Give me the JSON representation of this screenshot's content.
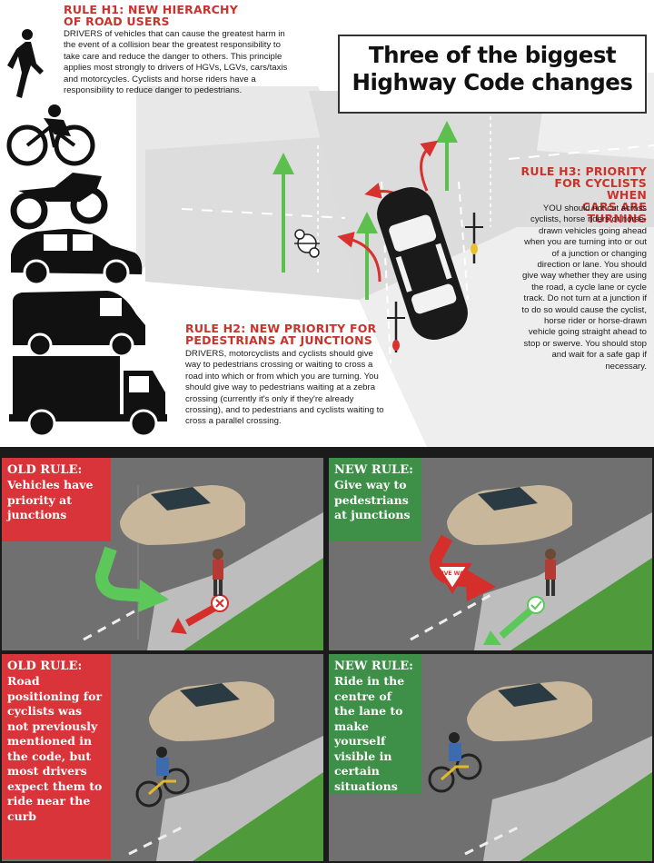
{
  "title": "Three of the biggest Highway Code changes",
  "rule_h1": {
    "heading_line1": "RULE H1: NEW HIERARCHY",
    "heading_line2": "OF ROAD USERS",
    "body": "DRIVERS of vehicles that can cause the greatest harm in the event of a collision bear the greatest responsibility to take care and reduce the danger to others. This principle applies most strongly to drivers of HGVs, LGVs, cars/taxis and motorcycles. Cyclists and horse riders have a responsibility to reduce danger to pedestrians."
  },
  "rule_h2": {
    "heading_line1": "RULE H2: NEW PRIORITY FOR",
    "heading_line2": "PEDESTRIANS AT JUNCTIONS",
    "body": "DRIVERS, motorcyclists and cyclists should give way to pedestrians crossing or waiting to cross a road into which or from which you are turning. You should give way to pedestrians waiting at a zebra crossing (currently it's only if they're already crossing), and to pedestrians and cyclists waiting to cross a parallel crossing."
  },
  "rule_h3": {
    "heading_line1": "RULE H3: PRIORITY",
    "heading_line2": "FOR CYCLISTS WHEN",
    "heading_line3": "CARS ARE TURNING",
    "body": "YOU should not cut across cyclists, horse riders or horse-drawn vehicles going ahead when you are turning into or out of a junction or changing direction or lane. You should give way whether they are using the road, a cycle lane or cycle track. Do not turn at a junction if to do so would cause the cyclist, horse rider or horse-drawn vehicle going straight ahead to stop or swerve. You should stop and wait for a safe gap if necessary."
  },
  "hierarchy_icons": [
    "pedestrian-icon",
    "bicycle-icon",
    "motorcycle-icon",
    "car-icon",
    "van-icon",
    "lorry-icon"
  ],
  "panels": [
    {
      "title": "OLD RULE:",
      "body": "Vehicles have priority at junctions",
      "color": "#d9343a"
    },
    {
      "title": "NEW RULE:",
      "body": "Give way to pedestrians at junctions",
      "color": "#3e8f47",
      "sign": "GIVE WAY"
    },
    {
      "title": "OLD RULE:",
      "body": "Road positioning for cyclists was not previously mentioned in the code, but most drivers expect them to ride near the curb",
      "color": "#d9343a"
    },
    {
      "title": "NEW RULE:",
      "body": "Ride in the centre of the lane to make yourself visible in certain situations",
      "color": "#3e8f47"
    }
  ],
  "colors": {
    "rule_red": "#c8332c",
    "old_rule": "#d9343a",
    "new_rule": "#3e8f47",
    "arrow_green": "#5cc85a"
  }
}
